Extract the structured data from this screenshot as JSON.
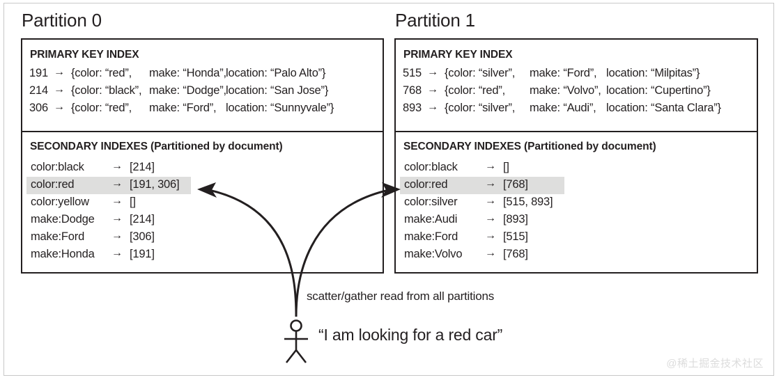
{
  "frame": {
    "border_color": "#c8c8c8"
  },
  "colors": {
    "ink": "#231f20",
    "highlight": "#dededd",
    "watermark": "#dcdcdc"
  },
  "partitions": [
    {
      "title": "Partition 0",
      "primary_key_index": {
        "heading": "PRIMARY KEY INDEX",
        "arrow": "→",
        "rows": [
          {
            "id": "191",
            "color": "{color: “red”,",
            "make": "make: “Honda”,",
            "location": "location: “Palo Alto”}"
          },
          {
            "id": "214",
            "color": "{color: “black”,",
            "make": "make: “Dodge”,",
            "location": "location: “San Jose”}"
          },
          {
            "id": "306",
            "color": "{color: “red”,",
            "make": "make: “Ford”,",
            "location": "location: “Sunnyvale”}"
          }
        ]
      },
      "secondary_indexes": {
        "heading": "SECONDARY INDEXES (Partitioned by document)",
        "arrow": "→",
        "rows": [
          {
            "key": "color:black",
            "value": "[214]",
            "highlighted": false
          },
          {
            "key": "color:red",
            "value": "[191, 306]",
            "highlighted": true
          },
          {
            "key": "color:yellow",
            "value": "[]",
            "highlighted": false
          },
          {
            "key": "make:Dodge",
            "value": "[214]",
            "highlighted": false
          },
          {
            "key": "make:Ford",
            "value": "[306]",
            "highlighted": false
          },
          {
            "key": "make:Honda",
            "value": "[191]",
            "highlighted": false
          }
        ]
      }
    },
    {
      "title": "Partition 1",
      "primary_key_index": {
        "heading": "PRIMARY KEY INDEX",
        "arrow": "→",
        "rows": [
          {
            "id": "515",
            "color": "{color: “silver”,",
            "make": "make: “Ford”,",
            "location": "location: “Milpitas”}"
          },
          {
            "id": "768",
            "color": "{color: “red”,",
            "make": "make: “Volvo”,",
            "location": "location: “Cupertino”}"
          },
          {
            "id": "893",
            "color": "{color: “silver”,",
            "make": "make: “Audi”,",
            "location": "location: “Santa Clara”}"
          }
        ]
      },
      "secondary_indexes": {
        "heading": "SECONDARY INDEXES (Partitioned by document)",
        "arrow": "→",
        "rows": [
          {
            "key": "color:black",
            "value": "[]",
            "highlighted": false
          },
          {
            "key": "color:red",
            "value": "[768]",
            "highlighted": true
          },
          {
            "key": "color:silver",
            "value": "[515, 893]",
            "highlighted": false
          },
          {
            "key": "make:Audi",
            "value": "[893]",
            "highlighted": false
          },
          {
            "key": "make:Ford",
            "value": "[515]",
            "highlighted": false
          },
          {
            "key": "make:Volvo",
            "value": "[768]",
            "highlighted": false
          }
        ]
      }
    }
  ],
  "annotations": {
    "scatter_label": "scatter/gather read from all partitions",
    "user_quote": "“I am looking for a red car”"
  },
  "watermark": "@稀土掘金技术社区"
}
